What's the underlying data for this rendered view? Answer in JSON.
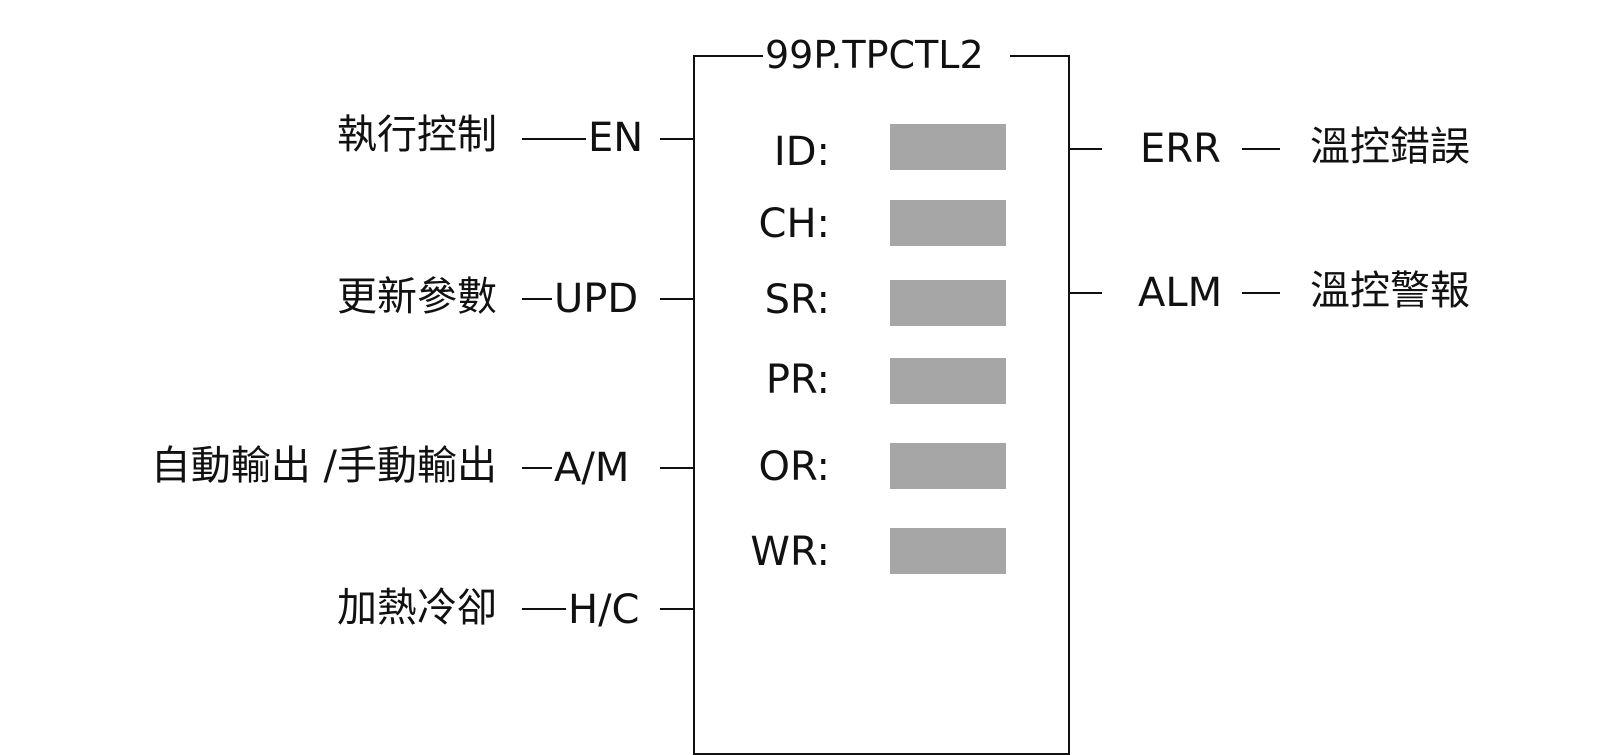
{
  "block": {
    "title": "99P.TPCTL2",
    "params": [
      {
        "label": "ID:"
      },
      {
        "label": "CH:"
      },
      {
        "label": "SR:"
      },
      {
        "label": "PR:"
      },
      {
        "label": "OR:"
      },
      {
        "label": "WR:"
      }
    ]
  },
  "inputs": [
    {
      "pin": "EN",
      "desc": "執行控制"
    },
    {
      "pin": "UPD",
      "desc": "更新參數"
    },
    {
      "pin": "A/M",
      "desc": "自動輸出 /手動輸出"
    },
    {
      "pin": "H/C",
      "desc": "加熱冷卻"
    }
  ],
  "outputs": [
    {
      "pin": "ERR",
      "desc": "溫控錯誤"
    },
    {
      "pin": "ALM",
      "desc": "溫控警報"
    }
  ],
  "colors": {
    "field": "#a6a6a6",
    "line": "#111111"
  }
}
